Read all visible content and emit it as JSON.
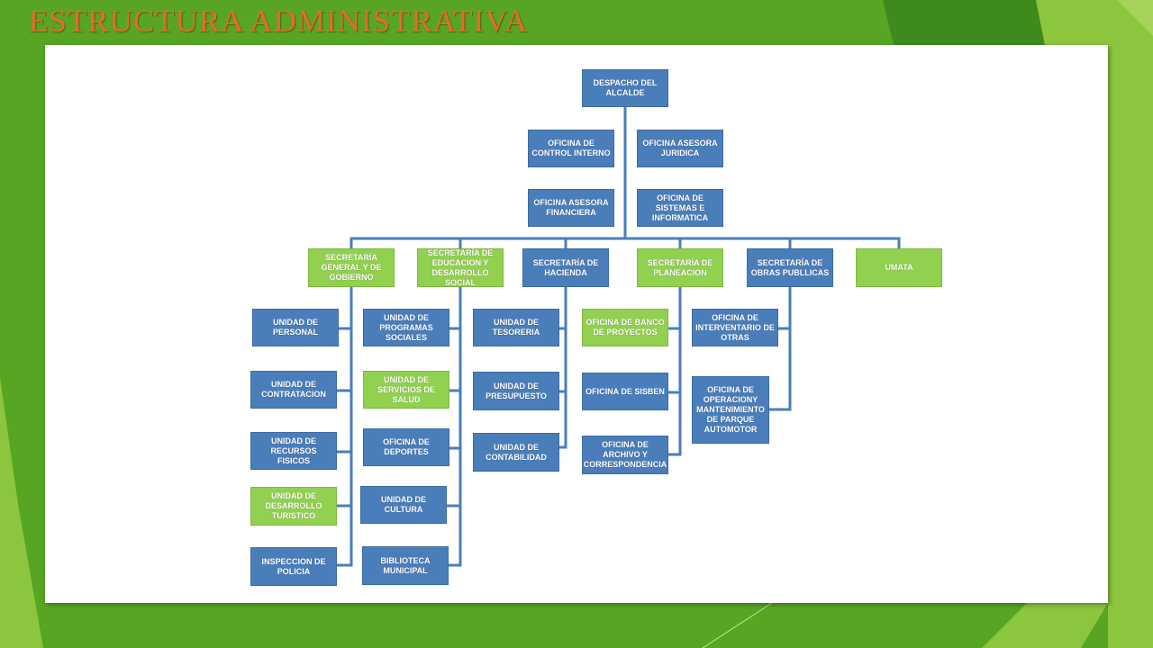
{
  "slide": {
    "title": "ESTRUCTURA ADMINISTRATIVA",
    "colors": {
      "background": "#57a522",
      "title": "#e8692a",
      "blue_box": "#4a7ebb",
      "green_box": "#92d050",
      "connector": "#4a7ebb"
    }
  },
  "org_chart": {
    "root": "DESPACHO DEL ALCALDE",
    "staff_offices": [
      "OFICINA DE CONTROL INTERNO",
      "OFICINA ASESORA JURIDICA",
      "OFICINA ASESORA FINANCIERA",
      "OFICINA DE SISTEMAS E INFORMATICA"
    ],
    "secretariats": [
      {
        "name": "SECRETARÍA GENERAL Y DE GOBIERNO",
        "color": "green",
        "units": [
          {
            "name": "UNIDAD DE PERSONAL",
            "color": "blue"
          },
          {
            "name": "UNIDAD DE CONTRATACION",
            "color": "blue"
          },
          {
            "name": "UNIDAD DE RECURSOS FISICOS",
            "color": "blue"
          },
          {
            "name": "UNIDAD DE DESARROLLO TURISTICO",
            "color": "green"
          },
          {
            "name": "INSPECCION DE POLICIA",
            "color": "blue"
          }
        ]
      },
      {
        "name": "SECRETARÍA DE EDUCACION Y DESARROLLO SOCIAL",
        "color": "green",
        "units": [
          {
            "name": "UNIDAD DE PROGRAMAS SOCIALES",
            "color": "blue"
          },
          {
            "name": "UNIDAD DE SERVICIOS DE SALUD",
            "color": "green"
          },
          {
            "name": "OFICINA DE DEPORTES",
            "color": "blue"
          },
          {
            "name": "UNIDAD DE CULTURA",
            "color": "blue"
          },
          {
            "name": "BIBLIOTECA MUNICIPAL",
            "color": "blue"
          }
        ]
      },
      {
        "name": "SECRETARÍA DE HACIENDA",
        "color": "blue",
        "units": [
          {
            "name": "UNIDAD DE TESORERIA",
            "color": "blue"
          },
          {
            "name": "UNIDAD DE PRESUPUESTO",
            "color": "blue"
          },
          {
            "name": "UNIDAD DE CONTABILIDAD",
            "color": "blue"
          }
        ]
      },
      {
        "name": "SECRETARÍA DE PLANEACION",
        "color": "green",
        "units": [
          {
            "name": "OFICINA DE BANCO DE PROYECTOS",
            "color": "green"
          },
          {
            "name": "OFICINA DE SISBEN",
            "color": "blue"
          },
          {
            "name": "OFICINA DE ARCHIVO Y CORRESPONDENCIA",
            "color": "blue"
          }
        ]
      },
      {
        "name": "SECRETARÍA DE OBRAS PUBLLICAS",
        "color": "blue",
        "units": [
          {
            "name": "OFICINA DE INTERVENTARIO DE OTRAS",
            "color": "blue"
          },
          {
            "name": "OFICINA DE OPERACIONY MANTENIMIENTO DE PARQUE AUTOMOTOR",
            "color": "blue"
          }
        ]
      },
      {
        "name": "UMATA",
        "color": "green",
        "units": []
      }
    ]
  }
}
